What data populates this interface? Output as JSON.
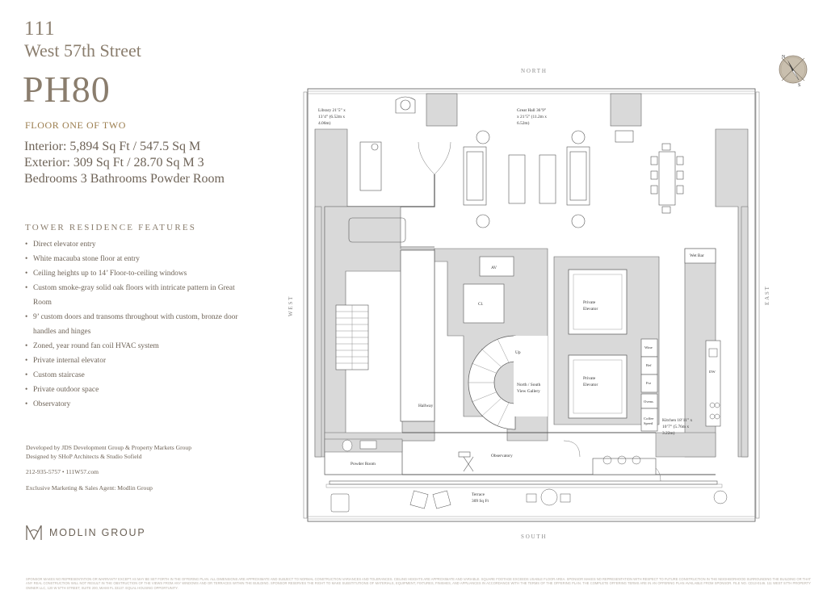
{
  "header": {
    "building_number": "111",
    "street": "West 57th Street",
    "unit": "PH80",
    "floor_label": "FLOOR ONE OF TWO",
    "area_text": "Interior: 5,894 Sq Ft / 547.5 Sq M Exterior: 309 Sq Ft / 28.70 Sq M 3 Bedrooms 3 Bathrooms Powder Room"
  },
  "features": {
    "heading": "TOWER RESIDENCE FEATURES",
    "items": [
      "Direct elevator entry",
      "White macauba stone floor at entry",
      "Ceiling heights up to 14’ Floor-to-ceiling windows",
      "Custom smoke-gray solid oak floors with intricate pattern in Great Room",
      "9’ custom doors and transoms throughout with custom, bronze door handles and hinges",
      "Zoned, year round fan coil HVAC system",
      "Private internal elevator",
      "Custom staircase",
      "Private outdoor space",
      "Observatory"
    ]
  },
  "credits": {
    "developer": "Developed by JDS Development Group & Property Markets Group",
    "designer": "Designed by SHoP Architects & Studio Sofield",
    "contact": "212-935-5757 • 111W57.com",
    "agent": "Exclusive Marketing & Sales Agent: Modlin Group"
  },
  "logo": {
    "text": "MODLIN GROUP",
    "icon": "modlin-monogram-icon"
  },
  "compass": {
    "north_letter": "N",
    "south_letter": "S",
    "icon": "compass-icon"
  },
  "directions": {
    "north": "NORTH",
    "south": "SOUTH",
    "east": "EAST",
    "west": "WEST"
  },
  "rooms": {
    "library": [
      "Library 21’5” x",
      "13’4” (6.52m x",
      "4.06m)"
    ],
    "great_hall": [
      "Great Hall 36’9”",
      "x 21’5” (11.2m x",
      "6.52m)"
    ],
    "wet_bar": "Wet Bar",
    "av": "AV",
    "closet": "Cl.",
    "private_elevator_1": [
      "Private",
      "Elevator"
    ],
    "private_elevator_2": [
      "Private",
      "Elevator"
    ],
    "up": "Up",
    "gallery": [
      "North / South",
      "View Gallery"
    ],
    "hallway": "Hallway",
    "wine": "Wine",
    "ref": "Ref",
    "frz": "Frz",
    "ovens": "Ovens",
    "coffee": [
      "Coffee",
      "Speed"
    ],
    "dw": "DW",
    "kitchen": [
      "Kitchen 18’11” x",
      "10’7” (5.76m x",
      "3.22m)"
    ],
    "powder": "Powder Room",
    "observatory": "Observatory",
    "terrace": [
      "Terrace",
      "309 Sq Ft"
    ]
  },
  "disclaimer": "SPONSOR MAKES NO REPRESENTATION OR WARRANTY EXCEPT AS MAY BE SET FORTH IN THE OFFERING PLAN. ALL DIMENSIONS ARE APPROXIMATE AND SUBJECT TO NORMAL CONSTRUCTION VARIANCES AND TOLERANCES. CEILING HEIGHTS ARE APPROXIMATE AND VARIABLE. SQUARE FOOTAGE EXCEEDS USABLE FLOOR AREA. SPONSOR MAKES NO REPRESENTATION WITH RESPECT TO FUTURE CONSTRUCTION IN THE NEIGHBORHOOD SURROUNDING THE BUILDING OR THAT ANY REAL CONSTRUCTION WILL NOT RESULT IN THE OBSTRUCTION OF THE VIEWS FROM ANY WINDOWS AND OR TERRACES WITHIN THE BUILDING. SPONSOR RESERVES THE RIGHT TO MAKE SUBSTITUTIONS OF MATERIALS, EQUIPMENT, FIXTURES, FINISHES, AND APPLIANCES IN ACCORDANCE WITH THE TERMS OF THE OFFERING PLAN. THE COMPLETE OFFERING TERMS ARE IN AN OFFERING PLAN AVAILABLE FROM SPONSOR. FILE NO. CD13-0146. 111 WEST 57TH PROPERTY OWNER LLC, 120 W 57TH STREET, SUITE 200, MIAMI FL 33137. EQUAL HOUSING OPPORTUNITY."
}
